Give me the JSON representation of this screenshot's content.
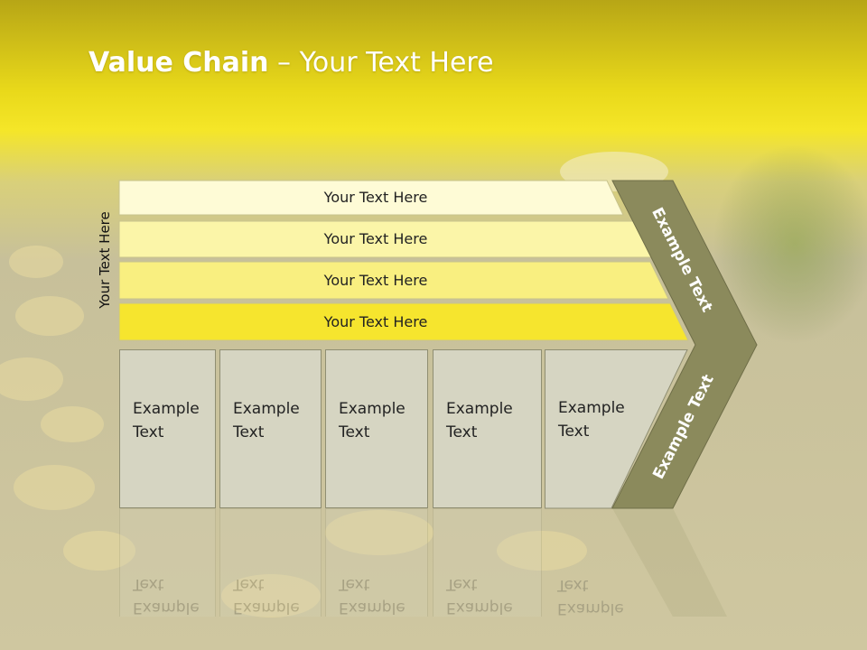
{
  "slide": {
    "title_bold": "Value Chain",
    "title_sep": " – ",
    "title_rest": "Your Text Here",
    "side_label": "Your Text Here"
  },
  "bands": [
    {
      "label": "Your Text Here",
      "color": "#fefbd6"
    },
    {
      "label": "Your Text Here",
      "color": "#fbf5a8"
    },
    {
      "label": "Your Text Here",
      "color": "#f9ef80"
    },
    {
      "label": "Your Text Here",
      "color": "#f6e52e"
    }
  ],
  "cells": [
    {
      "line1": "Example",
      "line2": "Text"
    },
    {
      "line1": "Example",
      "line2": "Text"
    },
    {
      "line1": "Example",
      "line2": "Text"
    },
    {
      "line1": "Example",
      "line2": "Text"
    },
    {
      "line1": "Example",
      "line2": "Text"
    }
  ],
  "chevron": {
    "upper_label": "Example Text",
    "lower_label": "Example Text",
    "color": "#8b8a5c"
  },
  "colors": {
    "header_yellow": "#f3e21c",
    "cell_fill": "#d6d5c2"
  }
}
